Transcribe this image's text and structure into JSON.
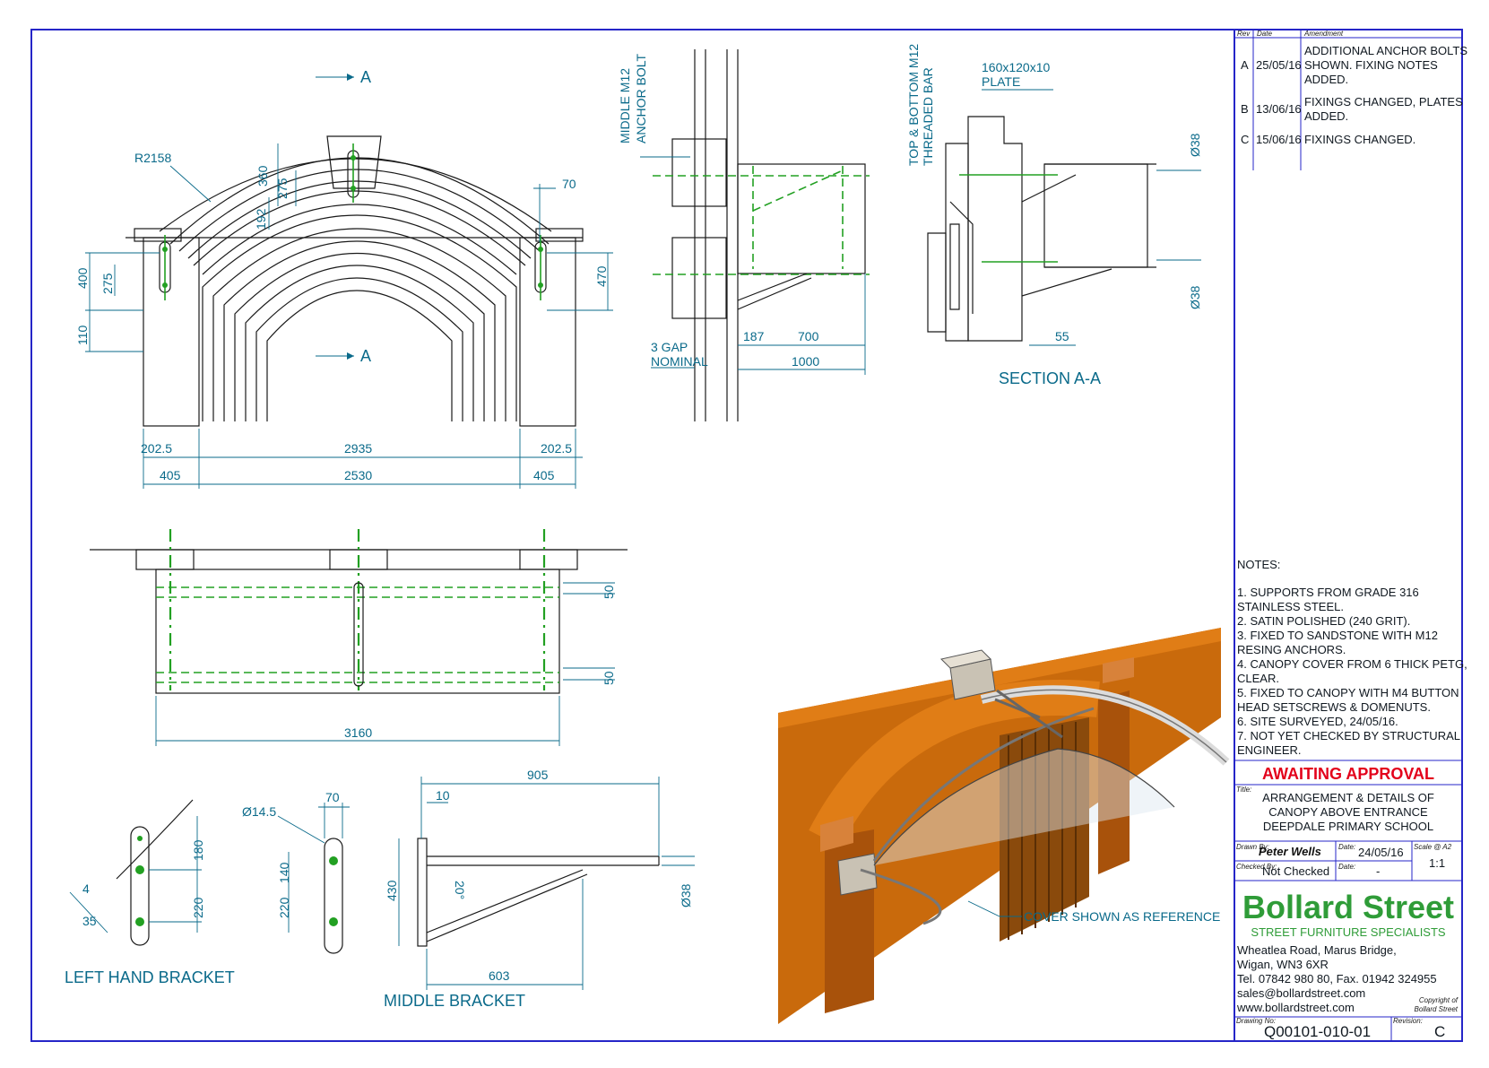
{
  "revisions": {
    "headers": [
      "Rev",
      "Date",
      "Amendment"
    ],
    "rows": [
      {
        "rev": "A",
        "date": "25/05/16",
        "lines": [
          "ADDITIONAL ANCHOR BOLTS",
          "SHOWN. FIXING NOTES",
          "ADDED."
        ]
      },
      {
        "rev": "B",
        "date": "13/06/16",
        "lines": [
          "FIXINGS CHANGED, PLATES",
          "ADDED."
        ]
      },
      {
        "rev": "C",
        "date": "15/06/16",
        "lines": [
          "FIXINGS CHANGED."
        ]
      }
    ]
  },
  "notes": {
    "heading": "NOTES:",
    "lines": [
      "1.  SUPPORTS FROM GRADE 316",
      "STAINLESS STEEL.",
      "2.  SATIN POLISHED (240 GRIT).",
      "3.  FIXED TO SANDSTONE WITH M12",
      "RESING ANCHORS.",
      "4. CANOPY COVER FROM 6 THICK PETG,",
      "CLEAR.",
      "5.  FIXED TO CANOPY WITH M4 BUTTON",
      "HEAD SETSCREWS & DOMENUTS.",
      "6.  SITE SURVEYED, 24/05/16.",
      "7.  NOT YET CHECKED BY STRUCTURAL",
      "ENGINEER."
    ]
  },
  "status": "AWAITING APPROVAL",
  "title_block": {
    "title_label": "Title:",
    "title_lines": [
      "ARRANGEMENT & DETAILS OF",
      "CANOPY ABOVE ENTRANCE",
      "DEEPDALE PRIMARY SCHOOL"
    ],
    "drawn_label": "Drawn By:",
    "drawn_by": "Peter Wells",
    "date_label": "Date:",
    "date": "24/05/16",
    "scale_label": "Scale @ A2",
    "scale": "1:1",
    "checked_label": "Checked By:",
    "checked": "Not Checked",
    "checked_date": "-",
    "drawing_no_label": "Drawing No:",
    "drawing_no": "Q00101-010-01",
    "revision_label": "Revision:",
    "revision": "C"
  },
  "company": {
    "name": "Bollard Street",
    "tagline": "STREET FURNITURE SPECIALISTS",
    "address_lines": [
      "Wheatlea Road, Marus Bridge,",
      "Wigan, WN3 6XR",
      "Tel. 07842 980 80, Fax. 01942 324955",
      "sales@bollardstreet.com",
      "www.bollardstreet.com"
    ],
    "copyright_lines": [
      "Copyright of",
      "Bollard Street"
    ]
  },
  "colors": {
    "frame": "#2525c8",
    "dimension": "#0a6a8a",
    "hidden": "#22a022",
    "status": "#e3001b",
    "brand_green": "#2f9c38",
    "wall": "#c96a0c"
  },
  "views": {
    "elevation": {
      "section_marker": "A",
      "dims": {
        "radius": "R2158",
        "d360": "360",
        "d275": "275",
        "d192": "192",
        "d70": "70",
        "d400": "400",
        "d275b": "275",
        "d470": "470",
        "d110": "110",
        "d202a": "202.5",
        "d2935": "2935",
        "d202b": "202.5",
        "d405a": "405",
        "d2530": "2530",
        "d405b": "405"
      }
    },
    "side": {
      "label_bolt": [
        "MIDDLE M12",
        "ANCHOR BOLT"
      ],
      "label_gap": [
        "3 GAP",
        "NOMINAL"
      ],
      "dims": {
        "d187": "187",
        "d700": "700",
        "d1000": "1000"
      }
    },
    "section": {
      "title": "SECTION A-A",
      "label_bar": [
        "TOP & BOTTOM M12",
        "THREADED BAR"
      ],
      "label_plate": [
        "160x120x10",
        "PLATE"
      ],
      "dims": {
        "d38a": "Ø38",
        "d38b": "Ø38",
        "d55": "55"
      }
    },
    "plan": {
      "dims": {
        "d50a": "50",
        "d50b": "50",
        "d3160": "3160"
      }
    },
    "left_bracket": {
      "title": "LEFT HAND BRACKET",
      "dims": {
        "d4": "4",
        "d35": "35",
        "d180": "180",
        "d220": "220"
      }
    },
    "bracket_detail": {
      "dims": {
        "d14": "Ø14.5",
        "d70": "70",
        "d140": "140",
        "d220": "220"
      }
    },
    "middle_bracket": {
      "title": "MIDDLE BRACKET",
      "dims": {
        "d905": "905",
        "d10": "10",
        "d430": "430",
        "d20deg": "20°",
        "d38": "Ø38",
        "d603": "603"
      }
    },
    "iso": {
      "callout": "COVER SHOWN AS REFERENCE"
    }
  }
}
